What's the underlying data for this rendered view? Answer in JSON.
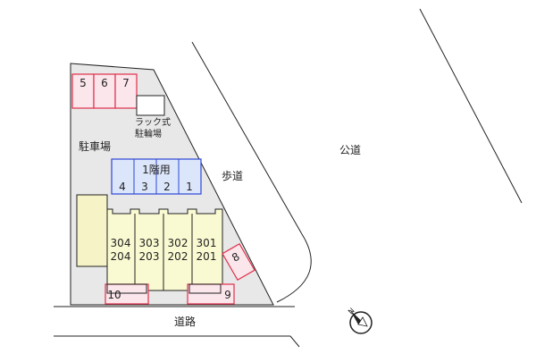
{
  "colors": {
    "lot_fill": "#e8e8e8",
    "red_outline": "#e0304a",
    "red_fill": "#fbe6ec",
    "blue_outline": "#2d47d6",
    "blue_fill": "#dce6fb",
    "building_fill": "#fafad2",
    "annex_fill": "#f6f3c6",
    "line": "#222222"
  },
  "labels": {
    "parking_lot": "駐車場",
    "bike_parking_line1": "ラック式",
    "bike_parking_line2": "駐輪場",
    "sidewalk": "歩道",
    "public_road": "公道",
    "road": "道路",
    "motorbike_area": "1階用"
  },
  "parking_top": [
    "5",
    "6",
    "7"
  ],
  "motorbike_spaces": [
    "4",
    "3",
    "2",
    "1"
  ],
  "parking_right": "8",
  "parking_bottom_left": "10",
  "parking_bottom_right": "9",
  "units": [
    {
      "upper": "304",
      "lower": "204"
    },
    {
      "upper": "303",
      "lower": "203"
    },
    {
      "upper": "302",
      "lower": "202"
    },
    {
      "upper": "301",
      "lower": "201"
    }
  ],
  "compass": {
    "icon": "north-arrow-icon",
    "label": "N"
  }
}
